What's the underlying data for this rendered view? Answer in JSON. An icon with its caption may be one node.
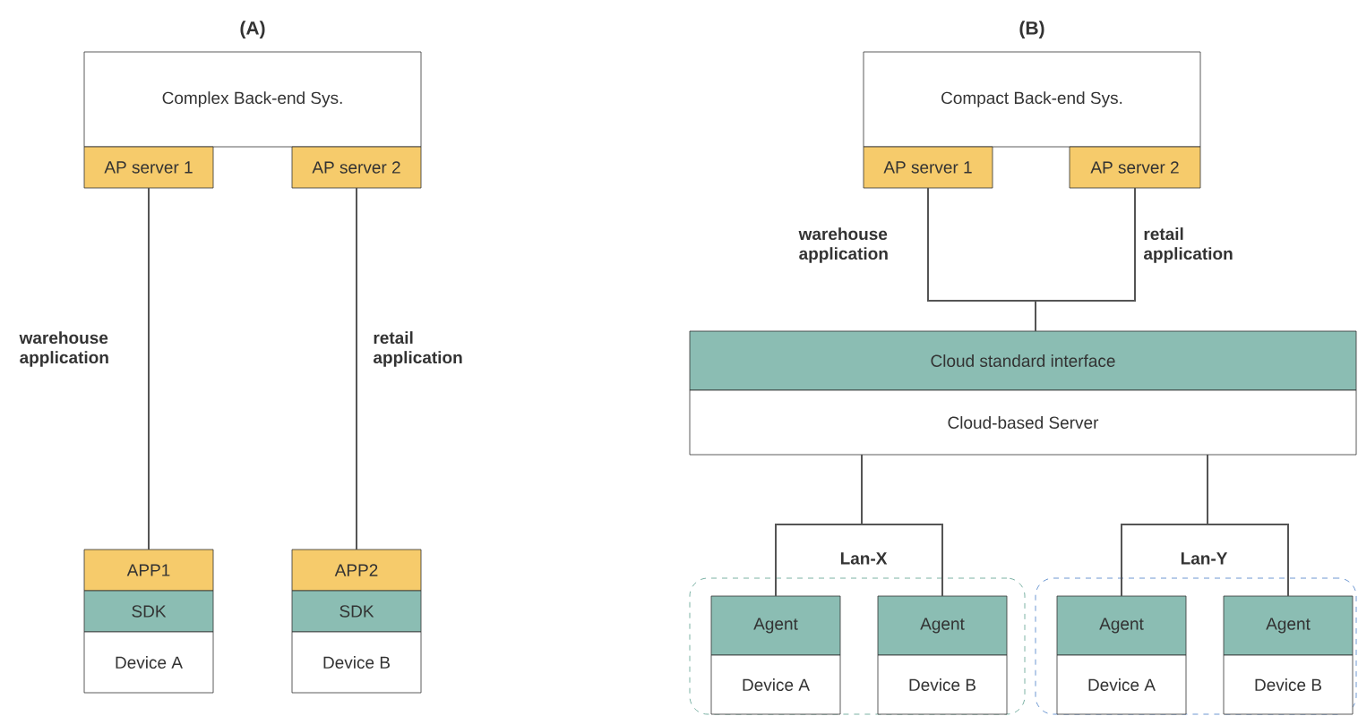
{
  "diagram": {
    "nodes": [
      {
        "text": [
          "Complex Back-end Sys."
        ],
        "beside": [
          "(A)"
        ]
      },
      {
        "text": [
          "AP server 1"
        ]
      },
      {
        "text": [
          "AP server 2"
        ]
      },
      {
        "text": [
          "APP1"
        ]
      },
      {
        "text": [
          "SDK"
        ]
      },
      {
        "text": [
          "Device A"
        ]
      },
      {
        "text": [
          "APP2"
        ]
      },
      {
        "text": [
          "SDK"
        ]
      },
      {
        "text": [
          "Device B"
        ]
      },
      {
        "text": [
          "Compact Back-end Sys."
        ],
        "beside": [
          "(B)"
        ]
      },
      {
        "text": [
          "AP server 1"
        ]
      },
      {
        "text": [
          "AP server 2"
        ]
      },
      {
        "text": [
          "Cloud standard interface"
        ]
      },
      {
        "text": [
          "Cloud-based Server"
        ]
      },
      {
        "text": [],
        "shape": "box"
      },
      {
        "text": [
          "Agent"
        ],
        "in": 14
      },
      {
        "text": [
          "Device A"
        ],
        "in": 14
      },
      {
        "text": [
          "Agent"
        ],
        "in": 14
      },
      {
        "text": [
          "Device B"
        ],
        "in": 14
      },
      {
        "text": [],
        "shape": "box"
      },
      {
        "text": [
          "Agent"
        ],
        "in": 19
      },
      {
        "text": [
          "Device A"
        ],
        "in": 19
      },
      {
        "text": [
          "Agent"
        ],
        "in": 19
      },
      {
        "text": [
          "Device B"
        ],
        "in": 19
      }
    ],
    "edges": [
      {
        "from": 1,
        "to": 3,
        "arrow": "none",
        "label": "warehouse application"
      },
      {
        "from": 2,
        "to": 6,
        "arrow": "none",
        "label": "retail application"
      },
      {
        "from": 10,
        "to": 12,
        "arrow": "none",
        "label": "warehouse application"
      },
      {
        "from": 11,
        "to": 12,
        "arrow": "none",
        "label": "retail application"
      },
      {
        "from": 13,
        "to": 15,
        "arrow": "none",
        "label": "Lan-X"
      },
      {
        "from": 13,
        "to": 17,
        "arrow": "none"
      },
      {
        "from": 13,
        "to": 20,
        "arrow": "none",
        "label": "Lan-Y"
      },
      {
        "from": 13,
        "to": 22,
        "arrow": "none"
      }
    ]
  }
}
